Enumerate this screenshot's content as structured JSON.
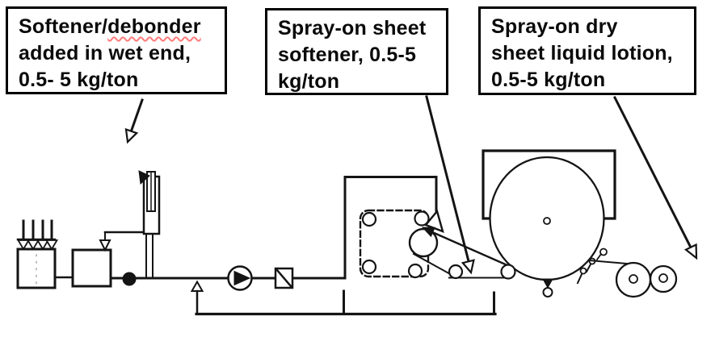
{
  "callouts": {
    "wet_end": {
      "line1_prefix": "Softener/",
      "line1_word": "debonder",
      "line2": "added in wet end,",
      "line3": "0.5- 5 kg/ton"
    },
    "sheet_softener": {
      "line1": "Spray-on sheet",
      "line2": "softener, 0.5-5",
      "line3": "kg/ton"
    },
    "dry_lotion": {
      "line1": "Spray-on dry",
      "line2": "sheet liquid lotion,",
      "line3": "0.5-5 kg/ton"
    }
  },
  "colors": {
    "ink": "#141414",
    "paper": "#ffffff",
    "spellcheck_underline": "#ff7a7a"
  },
  "icons": {
    "leader_arrow": "open-triangle-arrowhead",
    "pump": "circle-with-filled-triangle",
    "valve": "open-triangle",
    "spray_nozzle": "triangle-nozzle"
  }
}
